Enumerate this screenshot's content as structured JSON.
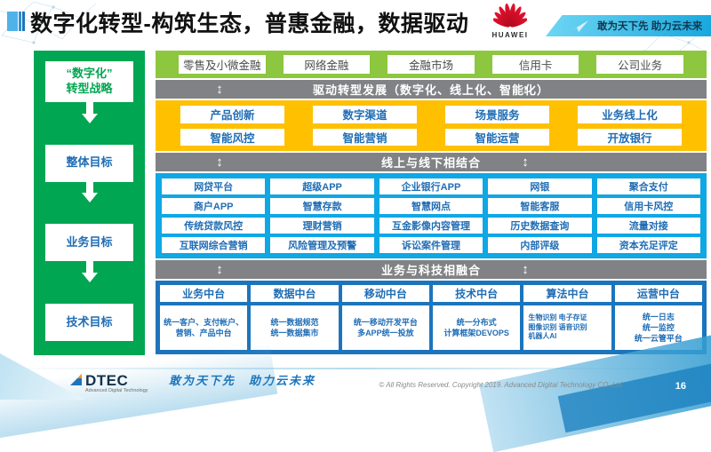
{
  "header": {
    "title": "数字化转型-构筑生态，普惠金融，数据驱动",
    "huawei_logo_text": "HUAWEI",
    "banner_slogan": "敢为天下先 助力云未来"
  },
  "icons": {
    "updown_arrow": "↕"
  },
  "left_panel": {
    "items": [
      {
        "label": "“数字化”\n转型战略"
      },
      {
        "label": "整体目标"
      },
      {
        "label": "业务目标"
      },
      {
        "label": "技术目标"
      }
    ]
  },
  "business_lines": {
    "items": [
      "零售及小微金融",
      "网络金融",
      "金融市场",
      "信用卡",
      "公司业务"
    ]
  },
  "section_bars": {
    "drive": "驱动转型发展（数字化、线上化、智能化）",
    "online_offline": "线上与线下相结合",
    "tech_fusion": "业务与科技相融合"
  },
  "transformation": {
    "rows": [
      [
        "产品创新",
        "数字渠道",
        "场景服务",
        "业务线上化"
      ],
      [
        "智能风控",
        "智能营销",
        "智能运营",
        "开放银行"
      ]
    ]
  },
  "applications": {
    "rows": [
      [
        "网贷平台",
        "超级APP",
        "企业银行APP",
        "网银",
        "聚合支付"
      ],
      [
        "商户APP",
        "智慧存款",
        "智慧网点",
        "智能客服",
        "信用卡风控"
      ],
      [
        "传统贷款风控",
        "理财营销",
        "互金影像内容管理",
        "历史数据查询",
        "流量对接"
      ],
      [
        "互联网综合营销",
        "风险管理及预警",
        "诉讼案件管理",
        "内部评级",
        "资本充足评定"
      ]
    ]
  },
  "platforms": {
    "columns": [
      {
        "header": "业务中台",
        "detail": "统一客户、支付帐户、营销、产品中台"
      },
      {
        "header": "数据中台",
        "detail": "统一数据规范\n统一数据集市"
      },
      {
        "header": "移动中台",
        "detail": "统一移动开发平台\n多APP统一投放"
      },
      {
        "header": "技术中台",
        "detail": "统一分布式\n计算框架DEVOPS"
      },
      {
        "header": "算法中台",
        "detail": "生物识别 电子存证\n图像识别 语音识别\n机器人AI"
      },
      {
        "header": "运营中台",
        "detail": "统一日志\n统一监控\n统一云管平台"
      }
    ]
  },
  "footer": {
    "logo_text": "DTEC",
    "logo_subtext": "Advanced Digital Technology",
    "slogan": "敢为天下先　助力云未来",
    "copyright": "© All Rights Reserved. Copyright 2019. Advanced Digital Technology CO.,Ltd",
    "page_number": "16"
  },
  "colors": {
    "green_bar": "#8DC63F",
    "panel_green": "#00A651",
    "gray_bar": "#808285",
    "yellow": "#FFC000",
    "cyan": "#0FA7E4",
    "deep_blue": "#1C75BC",
    "text_blue": "#1F6DB5",
    "huawei_red": "#CE0E2D",
    "banner_blue": "#35B8E8"
  }
}
